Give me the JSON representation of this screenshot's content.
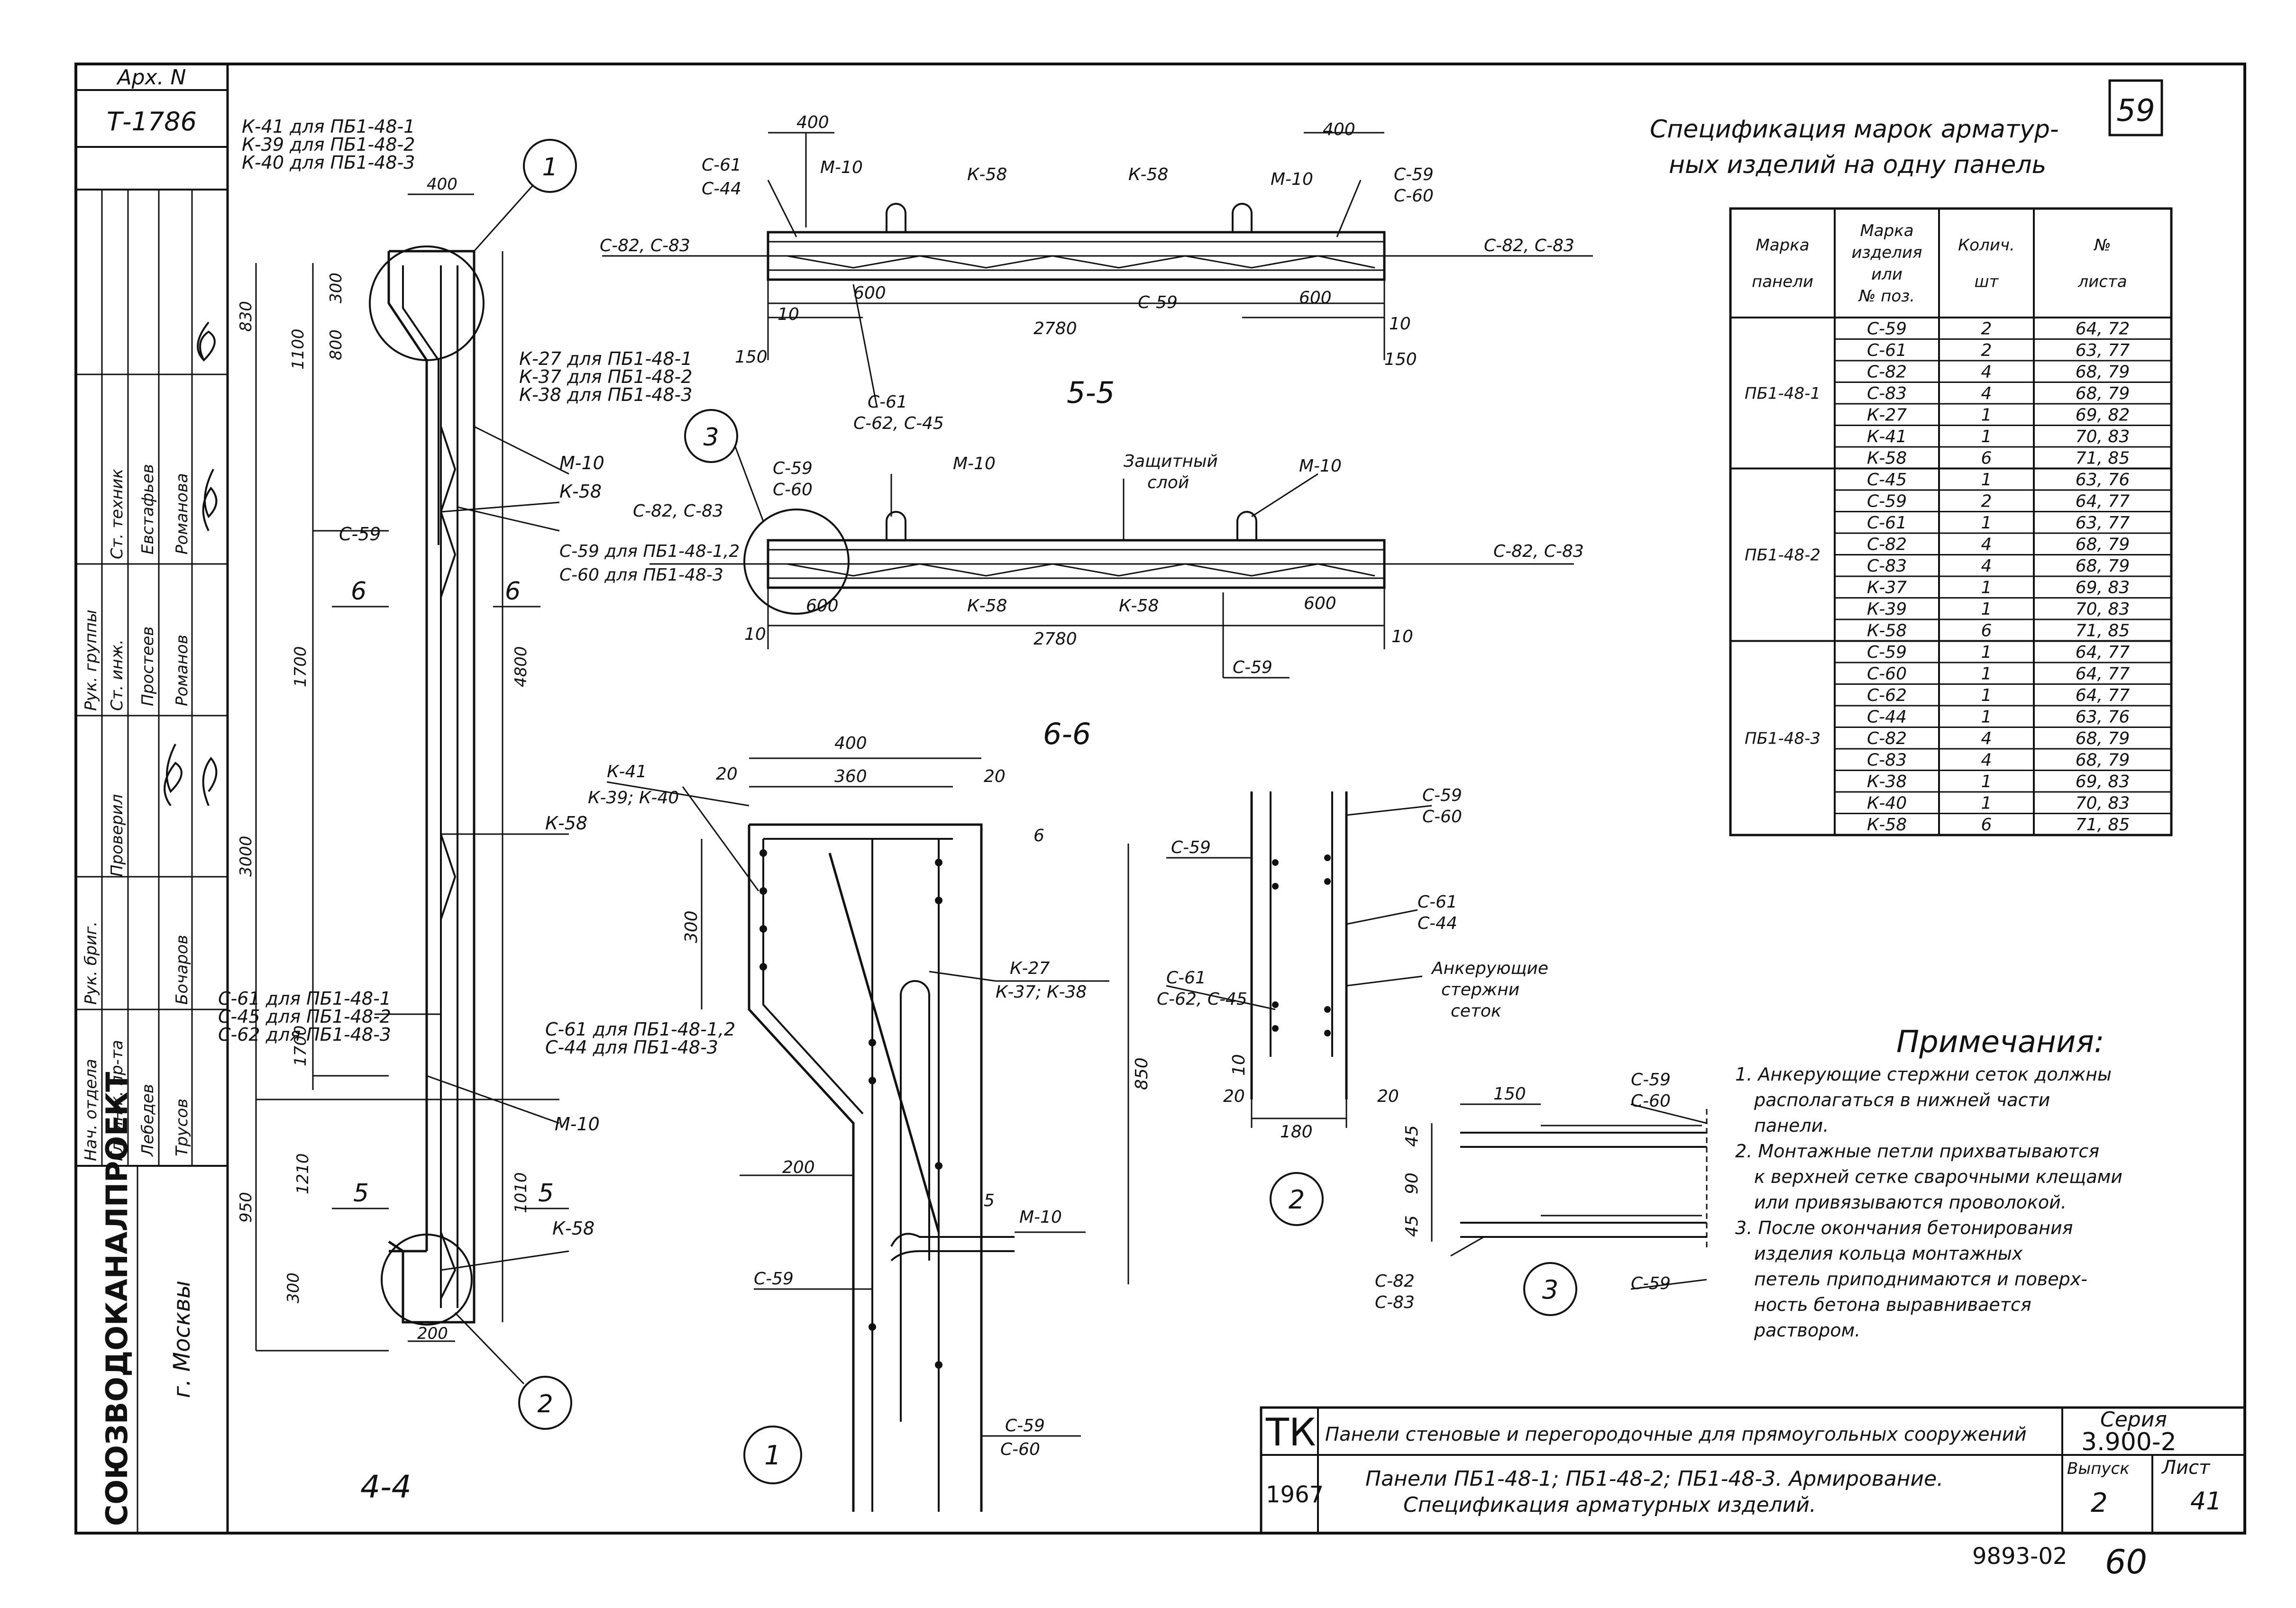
{
  "sheet_number": "59",
  "archive": {
    "label": "Арх. N",
    "number": "Т-1786"
  },
  "side_stamp": {
    "org": "СОЮЗВОДОКАНАЛПРОЕКТ",
    "city": "г. Москвы",
    "people": [
      {
        "role1": "Рук. группы",
        "role2": "Ст. инж.",
        "name1": "Евстафьев",
        "name2": "Простеев"
      },
      {
        "role1": "Ст. техник",
        "role2": "Проверил",
        "name1": "Романова",
        "name2": "Романов"
      },
      {
        "role1": "Нач. отдела",
        "role2": "Гл. инж. пр-та",
        "name1": "Лебедев",
        "name2": "Трусов"
      },
      {
        "role1": "Рук. бриг.",
        "role2": "",
        "name1": "Бочаров",
        "name2": ""
      }
    ]
  },
  "spec": {
    "title_line1": "Спецификация марок арматур-",
    "title_line2": "ных изделий на одну панель",
    "headers": [
      "Марка панели",
      "Марка изделия или № поз.",
      "Колич. шт",
      "№ листа"
    ],
    "groups": [
      {
        "panel": "ПБ1-48-1",
        "rows": [
          [
            "С-59",
            "2",
            "64, 72"
          ],
          [
            "С-61",
            "2",
            "63, 77"
          ],
          [
            "С-82",
            "4",
            "68, 79"
          ],
          [
            "С-83",
            "4",
            "68, 79"
          ],
          [
            "К-27",
            "1",
            "69, 82"
          ],
          [
            "К-41",
            "1",
            "70, 83"
          ],
          [
            "К-58",
            "6",
            "71, 85"
          ]
        ]
      },
      {
        "panel": "ПБ1-48-2",
        "rows": [
          [
            "С-45",
            "1",
            "63, 76"
          ],
          [
            "С-59",
            "2",
            "64, 77"
          ],
          [
            "С-61",
            "1",
            "63, 77"
          ],
          [
            "С-82",
            "4",
            "68, 79"
          ],
          [
            "С-83",
            "4",
            "68, 79"
          ],
          [
            "К-37",
            "1",
            "69, 83"
          ],
          [
            "К-39",
            "1",
            "70, 83"
          ],
          [
            "К-58",
            "6",
            "71, 85"
          ]
        ]
      },
      {
        "panel": "ПБ1-48-3",
        "rows": [
          [
            "С-59",
            "1",
            "64, 77"
          ],
          [
            "С-60",
            "1",
            "64, 77"
          ],
          [
            "С-62",
            "1",
            "64, 77"
          ],
          [
            "С-44",
            "1",
            "63, 76"
          ],
          [
            "С-82",
            "4",
            "68, 79"
          ],
          [
            "С-83",
            "4",
            "68, 79"
          ],
          [
            "К-38",
            "1",
            "69, 83"
          ],
          [
            "К-40",
            "1",
            "70, 83"
          ],
          [
            "К-58",
            "6",
            "71, 85"
          ]
        ]
      }
    ]
  },
  "notes": {
    "title": "Примечания:",
    "items": [
      "1. Анкерующие стержни сеток должны",
      "располагаться в нижней части",
      "панели.",
      "2. Монтажные петли прихватываются",
      "к верхней сетке сварочными клещами",
      "или привязываются проволокой.",
      "3. После окончания бетонирования",
      "изделия кольца монтажных",
      "петель приподнимаются и поверх-",
      "ность бетона выравнивается",
      "раствором."
    ]
  },
  "views": {
    "v44": "4-4",
    "v55": "5-5",
    "v66": "6-6",
    "c1": "1",
    "c2": "2",
    "c3": "3"
  },
  "labels": {
    "k41_1": "К-41 для ПБ1-48-1",
    "k39_2": "К-39 для ПБ1-48-2",
    "k40_3": "К-40 для ПБ1-48-3",
    "k27_1": "К-27 для ПБ1-48-1",
    "k37_2": "К-37 для ПБ1-48-2",
    "k38_3": "К-38 для ПБ1-48-3",
    "m10": "М-10",
    "k58": "К-58",
    "c59": "С-59",
    "c60": "С-60",
    "c61": "С-61",
    "c44": "С-44",
    "c82c83": "С-82, С-83",
    "c61c62c45": "С-62, С-45",
    "c61_1": "С-61 для ПБ1-48-1",
    "c45_2": "С-45 для ПБ1-48-2",
    "c62_3": "С-62 для ПБ1-48-3",
    "c61_12": "С-61 для ПБ1-48-1,2",
    "c44_3": "С-44 для ПБ1-48-3",
    "c59_12": "С-59 для ПБ1-48-1,2",
    "c60_3": "С-60 для ПБ1-48-3",
    "k41": "К-41",
    "k39k40": "К-39; К-40",
    "k27": "К-27",
    "k37k38": "К-37; К-38",
    "protect1": "Защитный",
    "protect2": "слой",
    "anchor1": "Анкерующие",
    "anchor2": "стержни",
    "anchor3": "сеток",
    "c82": "С-82",
    "c83": "С-83"
  },
  "dims": {
    "d400": "400",
    "d360": "360",
    "d20": "20",
    "d300": "300",
    "d850": "850",
    "d200": "200",
    "d600": "600",
    "d2780": "2780",
    "d10": "10",
    "d150": "150",
    "d830": "830",
    "d1100": "1100",
    "d1700": "1700",
    "d4800": "4800",
    "d3000": "3000",
    "d950": "950",
    "d1210": "1210",
    "d1010": "1010",
    "d180": "180",
    "d45": "45",
    "d90": "90",
    "d6": "6",
    "d5": "5",
    "d800": "800"
  },
  "title_block": {
    "tk": "ТК",
    "title": "Панели стеновые и перегородочные для прямоугольных сооружений",
    "year": "1967",
    "desc1": "Панели ПБ1-48-1; ПБ1-48-2; ПБ1-48-3. Армирование.",
    "desc2": "Спецификация арматурных изделий.",
    "series_label": "Серия",
    "series": "3.900-2",
    "issue_label": "Выпуск",
    "issue": "2",
    "sheet_label": "Лист",
    "sheet": "41"
  },
  "footer": {
    "code": "9893-02",
    "page": "60"
  }
}
